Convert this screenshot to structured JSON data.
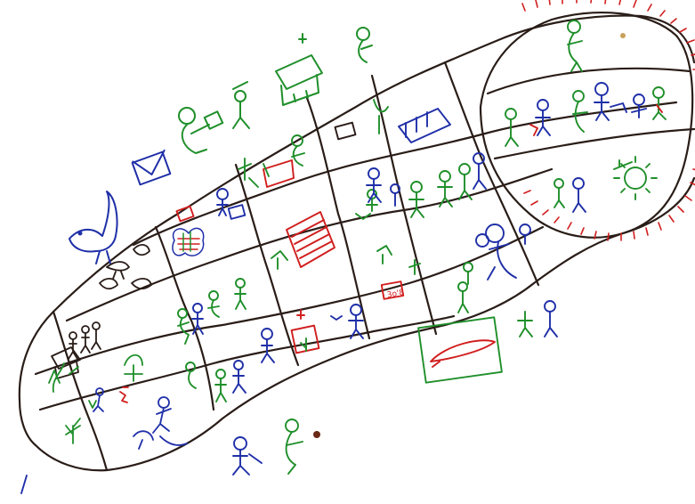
{
  "drawing": {
    "label_calendar_note": "3o'8",
    "colors": {
      "background": "#ffffff",
      "outline": "#2a1d18",
      "blue_ink": "#1f2fa8",
      "green_ink": "#1f8f2a",
      "red_ink": "#d11e1e",
      "brown_dot": "#6b2a17"
    },
    "regions": [
      {
        "name": "tail-band"
      },
      {
        "name": "lower-body-band"
      },
      {
        "name": "middle-body-band"
      },
      {
        "name": "upper-body-band"
      },
      {
        "name": "head-circle"
      }
    ],
    "motifs": [
      "bird-icon",
      "envelope-icon",
      "house-icon",
      "person-figure",
      "tree-icon",
      "letter-icon",
      "book-icon",
      "virus-icon",
      "church-icon",
      "sun-rays"
    ]
  }
}
